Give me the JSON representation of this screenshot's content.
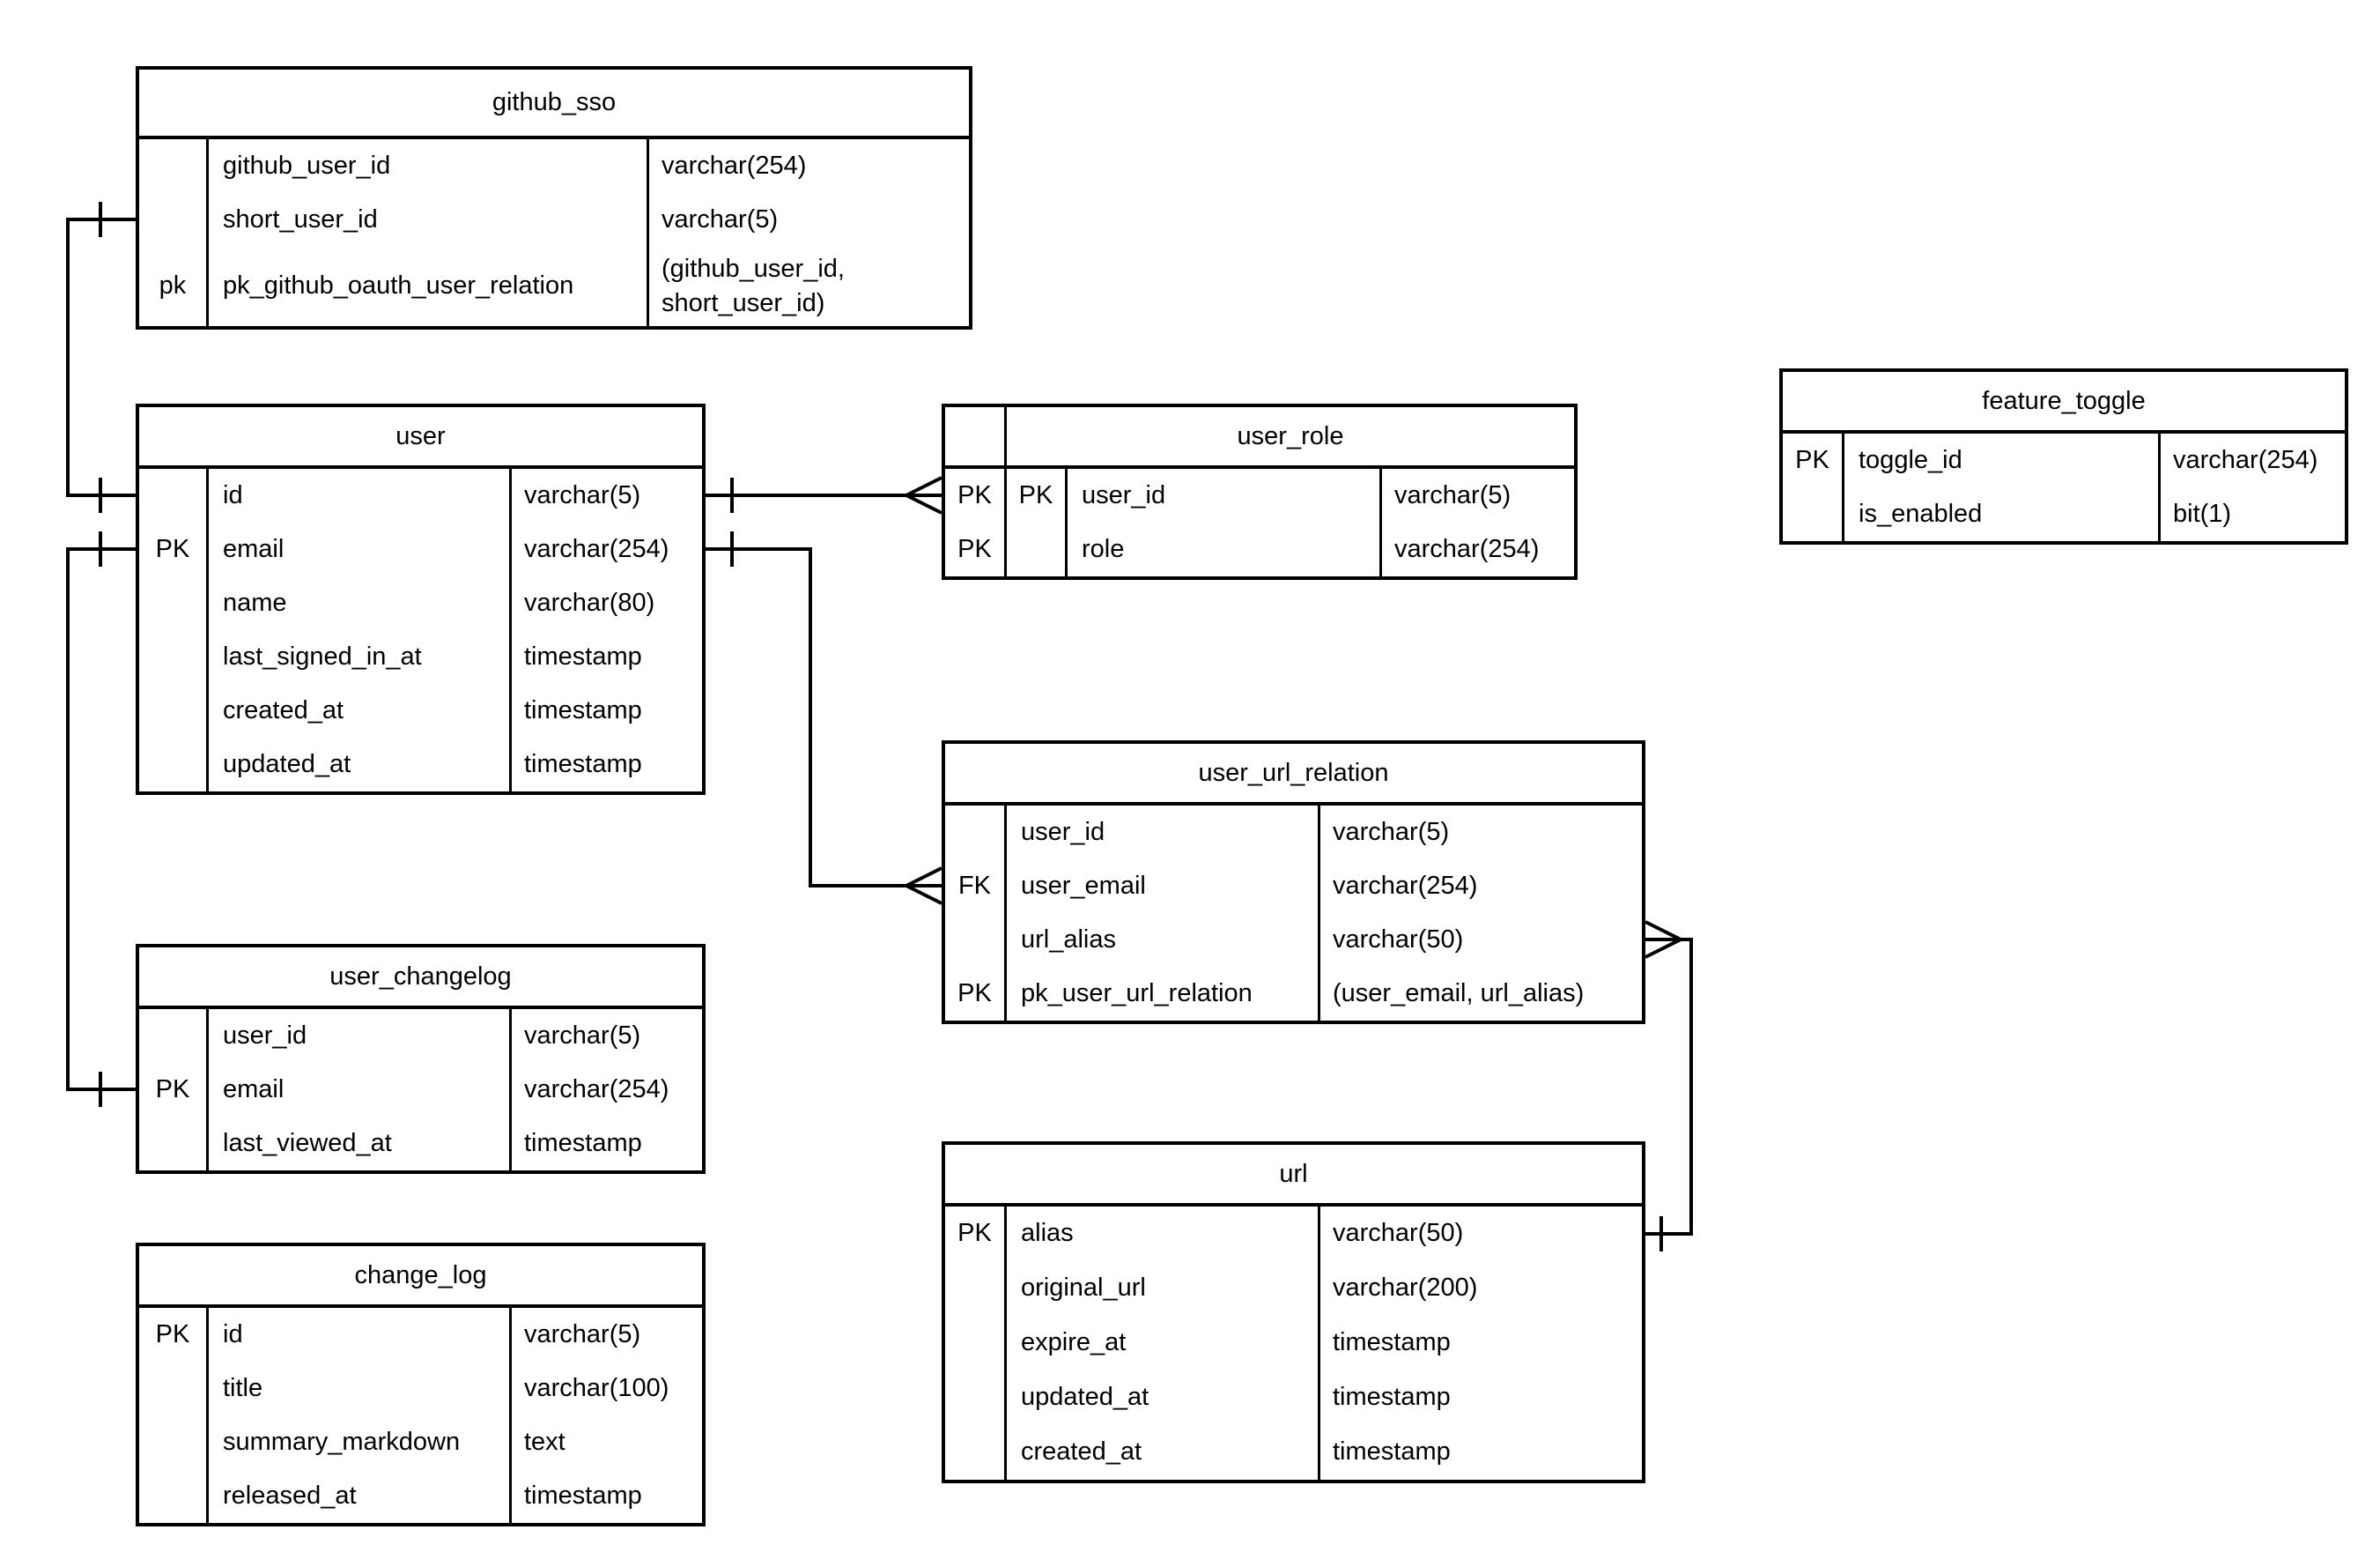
{
  "diagram": {
    "kind": "entity-relationship-diagram",
    "background_color": "#ffffff",
    "line_color": "#000000",
    "text_color": "#000000"
  },
  "tables": [
    {
      "id": "github_sso",
      "title": "github_sso",
      "rows": [
        {
          "key": "",
          "name": "github_user_id",
          "type": "varchar(254)"
        },
        {
          "key": "",
          "name": "short_user_id",
          "type": "varchar(5)"
        },
        {
          "key": "pk",
          "name": "pk_github_oauth_user_relation",
          "type": "(github_user_id, short_user_id)"
        }
      ]
    },
    {
      "id": "user",
      "title": "user",
      "rows": [
        {
          "key": "",
          "name": "id",
          "type": "varchar(5)"
        },
        {
          "key": "PK",
          "name": "email",
          "type": "varchar(254)"
        },
        {
          "key": "",
          "name": "name",
          "type": "varchar(80)"
        },
        {
          "key": "",
          "name": "last_signed_in_at",
          "type": "timestamp"
        },
        {
          "key": "",
          "name": "created_at",
          "type": "timestamp"
        },
        {
          "key": "",
          "name": "updated_at",
          "type": "timestamp"
        }
      ]
    },
    {
      "id": "user_role",
      "title": "user_role",
      "has_outer_key": true,
      "rows": [
        {
          "key0": "PK",
          "key": "PK",
          "name": "user_id",
          "type": "varchar(5)"
        },
        {
          "key0": "PK",
          "key": "",
          "name": "role",
          "type": "varchar(254)"
        }
      ]
    },
    {
      "id": "feature_toggle",
      "title": "feature_toggle",
      "rows": [
        {
          "key": "PK",
          "name": "toggle_id",
          "type": "varchar(254)"
        },
        {
          "key": "",
          "name": "is_enabled",
          "type": "bit(1)"
        }
      ]
    },
    {
      "id": "user_url_relation",
      "title": "user_url_relation",
      "rows": [
        {
          "key": "",
          "name": "user_id",
          "type": "varchar(5)"
        },
        {
          "key": "FK",
          "name": "user_email",
          "type": "varchar(254)"
        },
        {
          "key": "",
          "name": "url_alias",
          "type": "varchar(50)"
        },
        {
          "key": "PK",
          "name": "pk_user_url_relation",
          "type": "(user_email, url_alias)"
        }
      ]
    },
    {
      "id": "user_changelog",
      "title": "user_changelog",
      "rows": [
        {
          "key": "",
          "name": "user_id",
          "type": "varchar(5)"
        },
        {
          "key": "PK",
          "name": "email",
          "type": "varchar(254)"
        },
        {
          "key": "",
          "name": "last_viewed_at",
          "type": "timestamp"
        }
      ]
    },
    {
      "id": "change_log",
      "title": "change_log",
      "rows": [
        {
          "key": "PK",
          "name": "id",
          "type": "varchar(5)"
        },
        {
          "key": "",
          "name": "title",
          "type": "varchar(100)"
        },
        {
          "key": "",
          "name": "summary_markdown",
          "type": "text"
        },
        {
          "key": "",
          "name": "released_at",
          "type": "timestamp"
        }
      ]
    },
    {
      "id": "url",
      "title": "url",
      "rows": [
        {
          "key": "PK",
          "name": "alias",
          "type": "varchar(50)"
        },
        {
          "key": "",
          "name": "original_url",
          "type": "varchar(200)"
        },
        {
          "key": "",
          "name": "expire_at",
          "type": "timestamp"
        },
        {
          "key": "",
          "name": "updated_at",
          "type": "timestamp"
        },
        {
          "key": "",
          "name": "created_at",
          "type": "timestamp"
        }
      ]
    }
  ],
  "relations": [
    {
      "from": "github_sso",
      "from_field": "short_user_id",
      "from_card": "one",
      "to": "user",
      "to_field": "id",
      "to_card": "one"
    },
    {
      "from": "user",
      "from_field": "id",
      "from_card": "one",
      "to": "user_role",
      "to_field": "user_id",
      "to_card": "many"
    },
    {
      "from": "user",
      "from_field": "email",
      "from_card": "one",
      "to": "user_url_relation",
      "to_field": "user_email",
      "to_card": "many"
    },
    {
      "from": "user",
      "from_field": "email",
      "from_card": "one",
      "to": "user_changelog",
      "to_field": "email",
      "to_card": "one"
    },
    {
      "from": "user_url_relation",
      "from_field": "url_alias",
      "from_card": "many",
      "to": "url",
      "to_field": "alias",
      "to_card": "one"
    }
  ]
}
